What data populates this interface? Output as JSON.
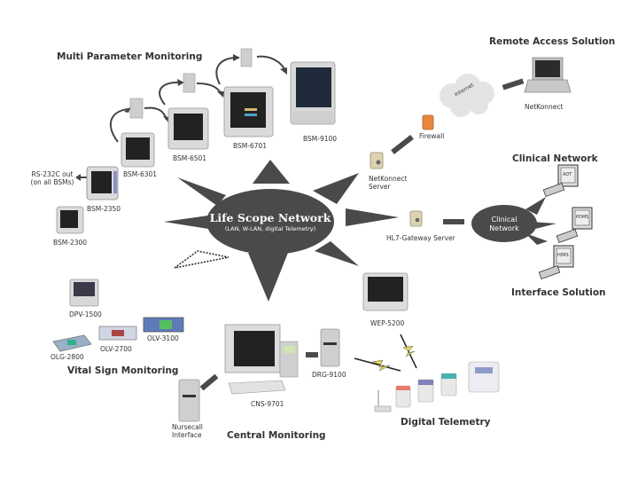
{
  "sections": {
    "multi_parameter": "Multi Parameter Monitoring",
    "remote_access": "Remote Access Solution",
    "clinical_network": "Clinical Network",
    "interface_solution": "Interface Solution",
    "vital_sign": "Vital Sign Monitoring",
    "central_monitoring": "Central Monitoring",
    "digital_telemetry": "Digital Telemetry"
  },
  "hub": {
    "title": "Life Scope Network",
    "subtitle": "(LAN, W-LAN, digital Telemetry)"
  },
  "clinical_hub": {
    "line1": "Clinical",
    "line2": "Network"
  },
  "cloud_label": "Internet",
  "devices": {
    "bsm9100": "BSM-9100",
    "bsm6701": "BSM-6701",
    "bsm6501": "BSM-6501",
    "bsm6301": "BSM-6301",
    "bsm2350": "BSM-2350",
    "bsm2300": "BSM-2300",
    "rs232_line1": "RS-232C out",
    "rs232_line2": "(on all BSMs)",
    "netkonnect": "NetKonnect",
    "firewall": "Firewall",
    "netkonnect_server_line1": "NetKonnect",
    "netkonnect_server_line2": "Server",
    "hl7_gateway": "HL7-Gateway Server",
    "wep5200": "WEP-5200",
    "dpv1500": "DPV-1500",
    "olv2700": "OLV-2700",
    "olv3100": "OLV-3100",
    "olg2800": "OLG-2800",
    "cns9701": "CNS-9701",
    "drg9100": "DRG-9100",
    "nursecall_line1": "Nursecall",
    "nursecall_line2": "Interface"
  },
  "terminal_screens": [
    "ADT",
    "PDMS",
    "HIMS"
  ],
  "colors": {
    "hub_fill": "#4a4a4a",
    "ray_fill": "#4a4a4a",
    "label_text": "#333333",
    "firewall": "#e8873a",
    "bolt": "#e6d84a"
  }
}
